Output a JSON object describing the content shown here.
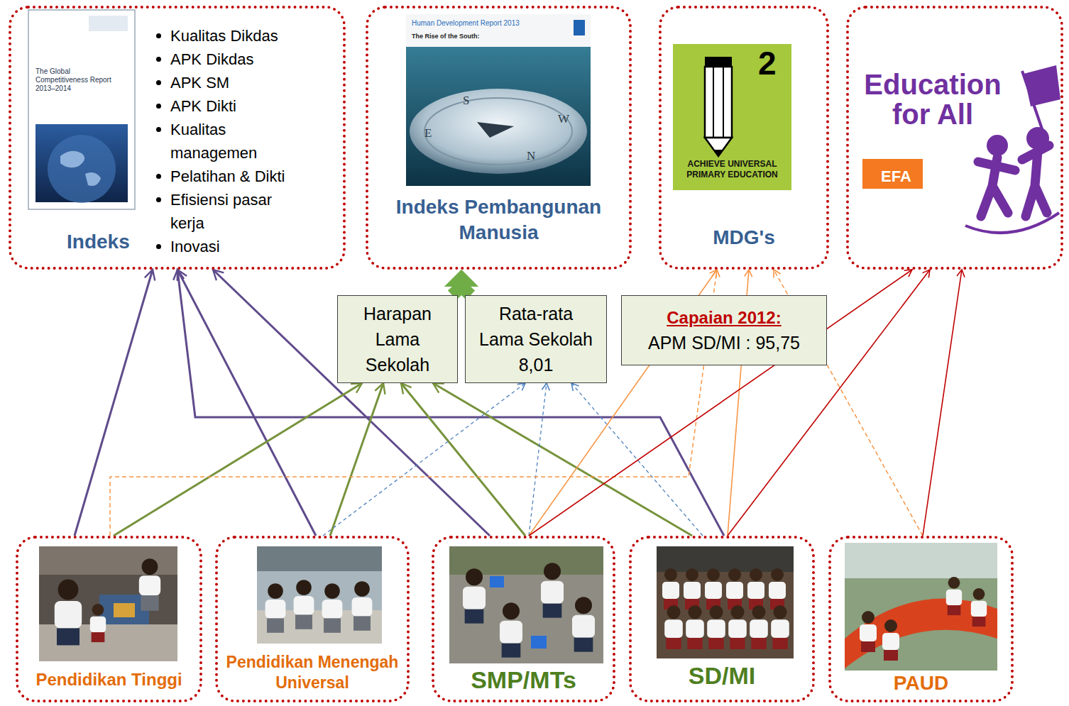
{
  "diagram": {
    "nodes": [
      {
        "text": [
          "Indeks",
          "Kualitas Dikdas",
          "APK Dikdas",
          "APK SM",
          "APK Dikti",
          "Kualitas managemen",
          "Pelatihan & Dikti",
          "Efisiensi pasar kerja",
          "Inovasi"
        ]
      },
      {
        "text": [
          "Indeks Pembangunan Manusia"
        ]
      },
      {
        "text": [
          "MDG's"
        ]
      },
      {
        "text": [
          "Education for All",
          "EFA"
        ]
      },
      {
        "text": [
          "Harapan Lama Sekolah"
        ]
      },
      {
        "text": [
          "Rata-rata Lama Sekolah 8,01"
        ]
      },
      {
        "text": [
          "Capaian 2012:",
          "APM SD/MI : 95,75"
        ]
      },
      {
        "text": [
          "Pendidikan Tinggi"
        ]
      },
      {
        "text": [
          "Pendidikan Menengah Universal"
        ]
      },
      {
        "text": [
          "SMP/MTs"
        ]
      },
      {
        "text": [
          "SD/MI"
        ]
      },
      {
        "text": [
          "PAUD"
        ]
      }
    ],
    "edges": [
      {
        "from": 7,
        "to": 0,
        "arrow": "to"
      },
      {
        "from": 8,
        "to": 0,
        "arrow": "to"
      },
      {
        "from": 9,
        "to": 0,
        "arrow": "to"
      },
      {
        "from": 10,
        "to": 0,
        "arrow": "to"
      },
      {
        "from": 4,
        "to": 1,
        "arrow": "to"
      },
      {
        "from": 5,
        "to": 1,
        "arrow": "to"
      },
      {
        "from": 7,
        "to": 4,
        "arrow": "to"
      },
      {
        "from": 8,
        "to": 4,
        "arrow": "to"
      },
      {
        "from": 9,
        "to": 4,
        "arrow": "to"
      },
      {
        "from": 10,
        "to": 4,
        "arrow": "to"
      },
      {
        "from": 8,
        "to": 5,
        "arrow": "to"
      },
      {
        "from": 9,
        "to": 5,
        "arrow": "to"
      },
      {
        "from": 10,
        "to": 5,
        "arrow": "to"
      },
      {
        "from": 7,
        "to": 2,
        "arrow": "to"
      },
      {
        "from": 9,
        "to": 2,
        "arrow": "to"
      },
      {
        "from": 10,
        "to": 2,
        "arrow": "to"
      },
      {
        "from": 11,
        "to": 2,
        "arrow": "to"
      },
      {
        "from": 9,
        "to": 3,
        "arrow": "to"
      },
      {
        "from": 10,
        "to": 3,
        "arrow": "to"
      },
      {
        "from": 11,
        "to": 3,
        "arrow": "to"
      }
    ],
    "labels": [
      "The Global Competitiveness Report 2013–2014",
      "Human Development Report 2013",
      "The Rise of the South:",
      "S",
      "W",
      "N",
      "E",
      "2",
      "ACHIEVE UNIVERSAL PRIMARY EDUCATION"
    ]
  }
}
